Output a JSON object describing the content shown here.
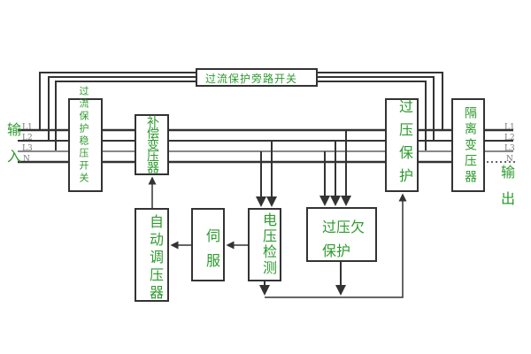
{
  "diagram": {
    "colors": {
      "line": "#333333",
      "text": "#2e9a2e",
      "box_fill": "#ffffff"
    },
    "input_label": "输入",
    "output_label": "输出",
    "terminals_in": [
      "L1",
      "L2",
      "L3",
      "N"
    ],
    "terminals_out": [
      "L1",
      "L2",
      "L3",
      "N"
    ],
    "bypass_switch": "过流保护旁路开关",
    "blocks": {
      "overcurrent_regulator_switch": "过流保护稳压开关",
      "compensation_transformer": "补偿变压器",
      "overvoltage_protection": "过压保护",
      "isolation_transformer": "隔离变压器",
      "auto_regulator": "自动调压器",
      "servo": "伺服",
      "voltage_detection": "电压检测",
      "over_under_voltage_line1": "过压欠",
      "over_under_voltage_line2": "保护"
    }
  }
}
